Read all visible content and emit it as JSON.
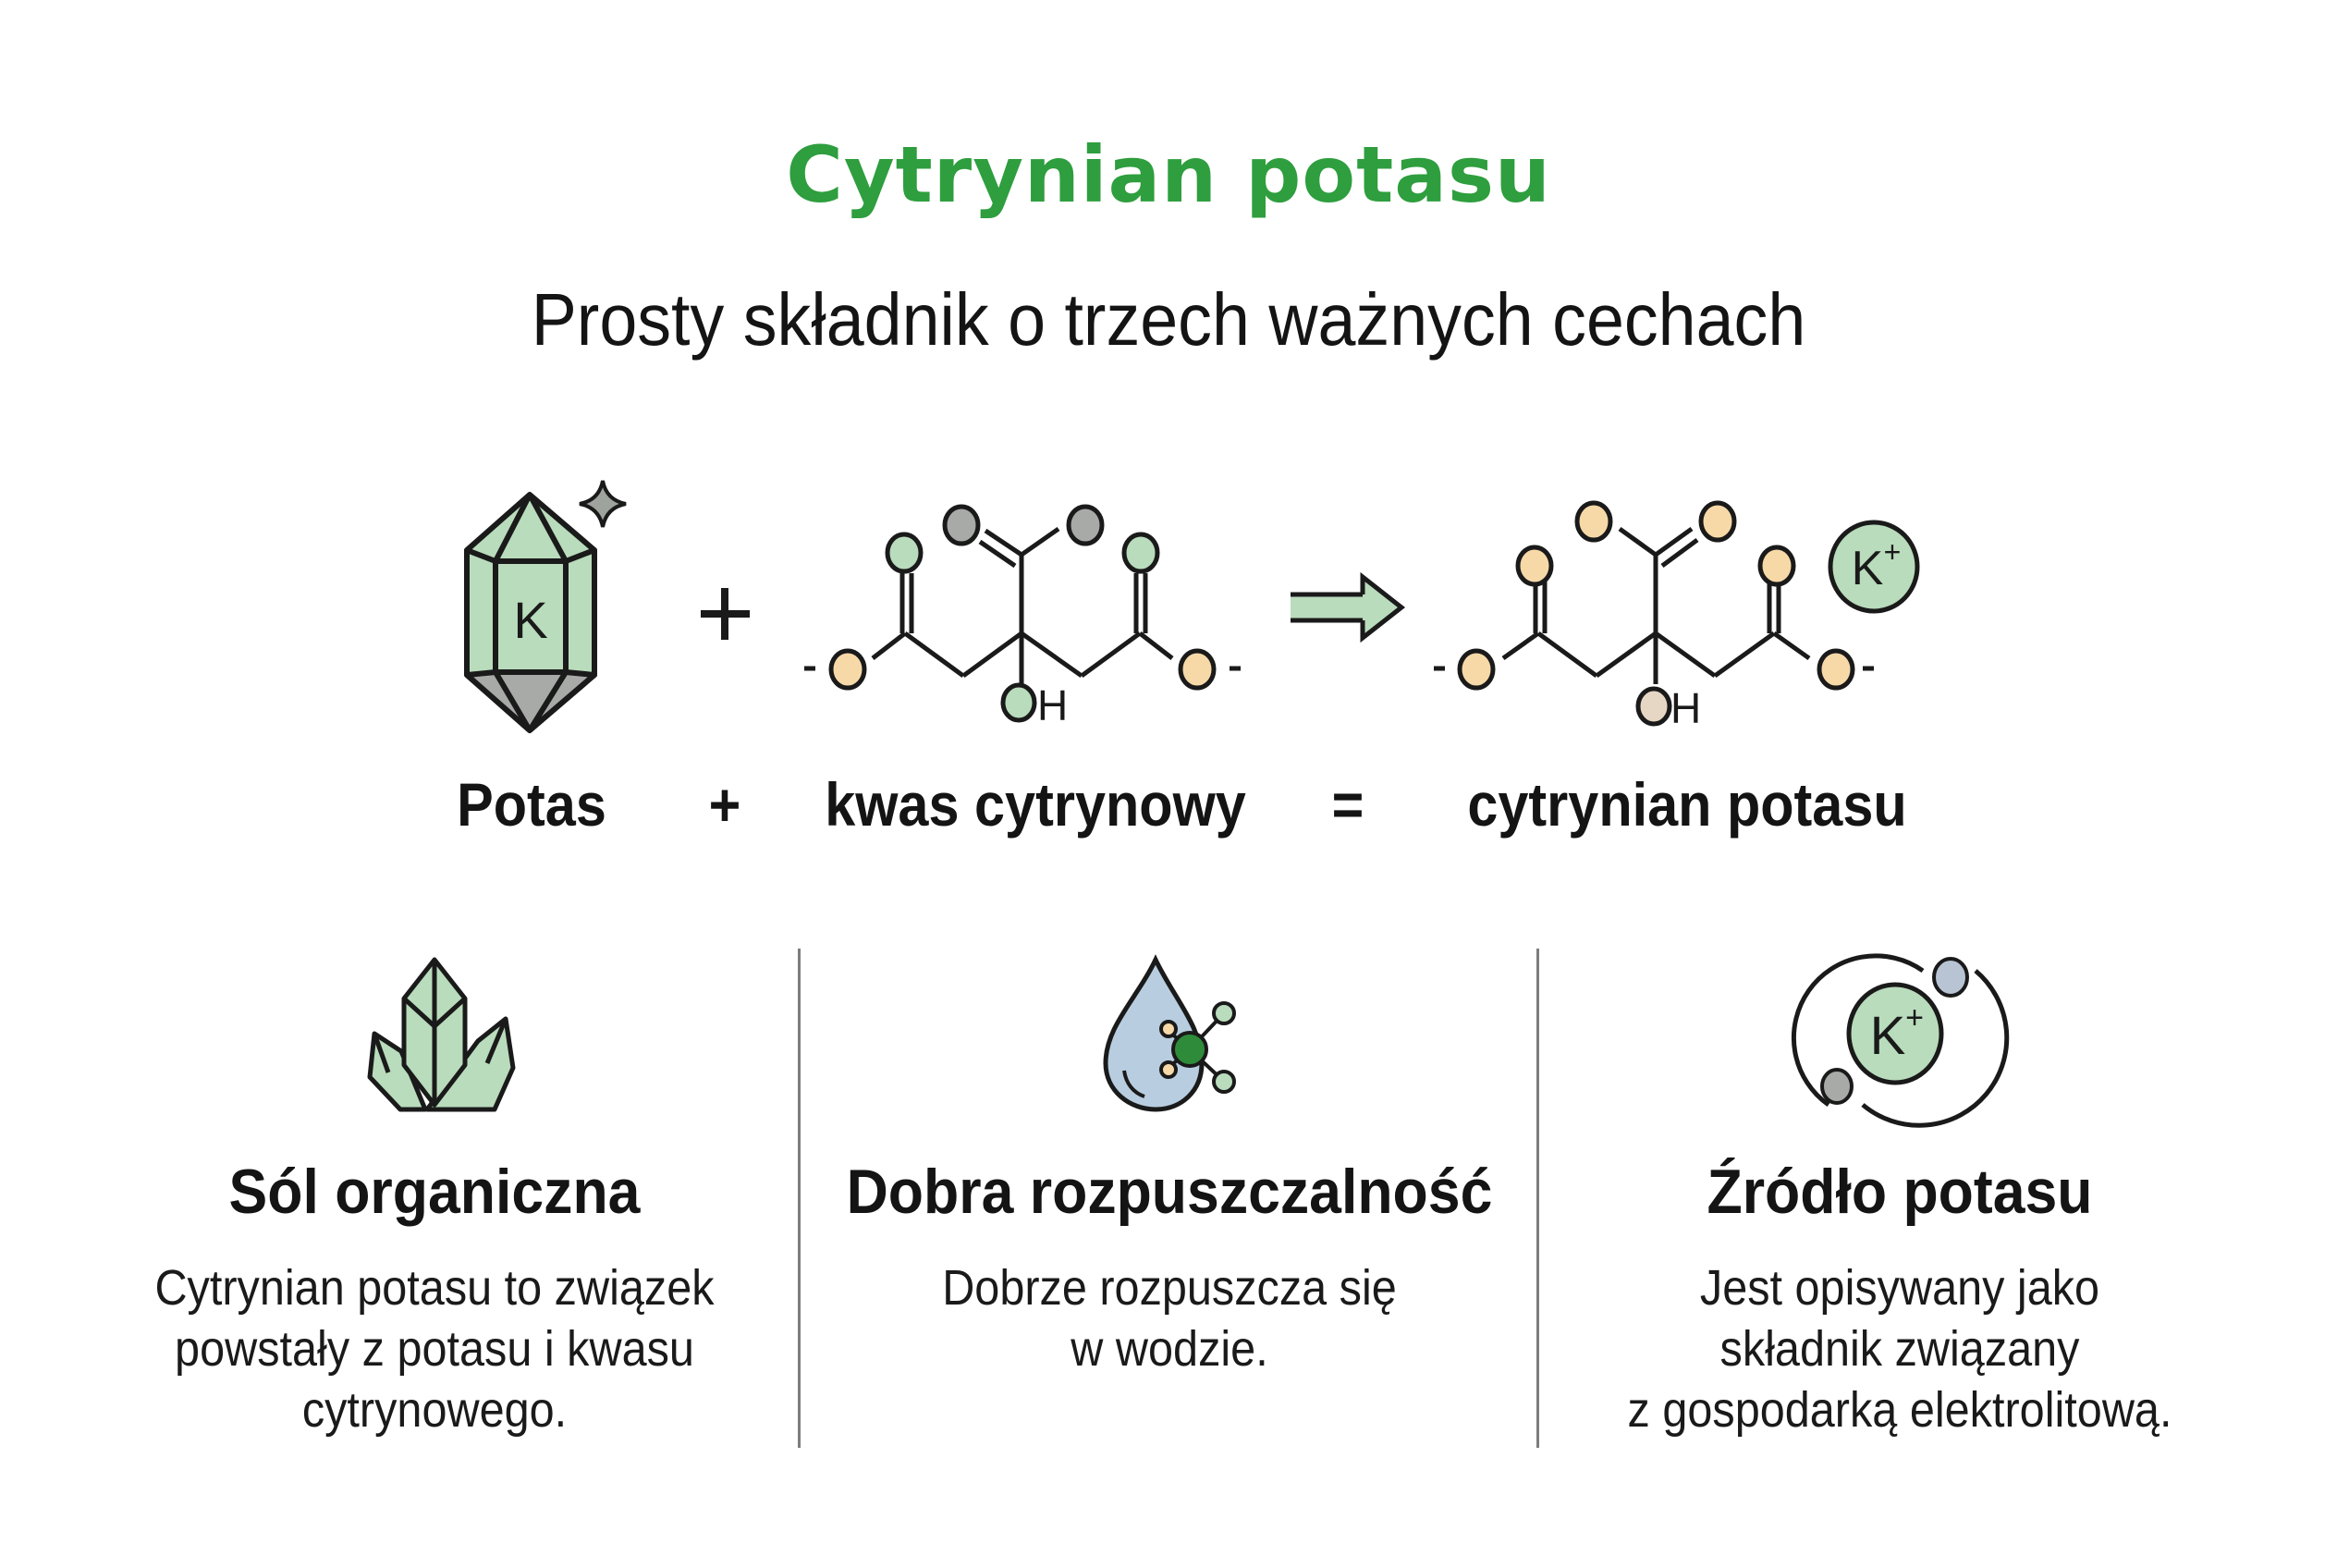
{
  "header": {
    "title": "Cytrynian potasu",
    "subtitle": "Prosty składnik o trzech ważnych cechach"
  },
  "equation": {
    "terms": [
      {
        "label": "Potas",
        "icon": "potassium-crystal-icon",
        "icon_text": "K"
      },
      {
        "label": "+",
        "icon": "plus-icon"
      },
      {
        "label": "kwas cytrynowy",
        "icon": "citric-acid-structure-icon",
        "icon_text": "OH"
      },
      {
        "label": "=",
        "icon": "arrow-right-icon"
      },
      {
        "label": "cytrynian potasu",
        "icon": "potassium-citrate-structure-icon",
        "icon_text": "OH",
        "ion_text": "K",
        "ion_charge": "+"
      }
    ]
  },
  "features": [
    {
      "icon": "crystals-icon",
      "heading": "Sól organiczna",
      "description_lines": [
        "Cytrynian potasu to związek",
        "powstały z potasu i kwasu",
        "cytrynowego."
      ]
    },
    {
      "icon": "water-drop-molecule-icon",
      "heading": "Dobra rozpuszczalność",
      "description_lines": [
        "Dobrze rozpuszcza się",
        "w wodzie."
      ]
    },
    {
      "icon": "potassium-ion-icon",
      "icon_text": "K",
      "icon_charge": "+",
      "heading": "Źródło potasu",
      "description_lines": [
        "Jest opisywany jako",
        "składnik związany",
        "z gospodarką elektrolitową."
      ]
    }
  ],
  "colors": {
    "title_green": "#2e9e3e",
    "mint_fill": "#b9dcbc",
    "grey_fill": "#a8aaa8",
    "peach_fill": "#f7d9a8",
    "water_blue": "#b8cde0",
    "accent_green": "#2e8b3a",
    "stroke": "#1a1a1a"
  }
}
